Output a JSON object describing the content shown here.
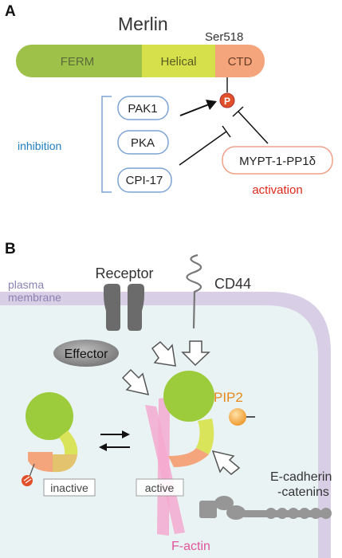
{
  "panel_a": {
    "letter": "A",
    "protein_name": "Merlin",
    "phospho_site": "Ser518",
    "domains": [
      {
        "label": "FERM",
        "color": "#9ec14a"
      },
      {
        "label": "Helical",
        "color": "#d5e04a"
      },
      {
        "label": "CTD",
        "color": "#f4a57c"
      }
    ],
    "phospho_symbol": "P",
    "kinases": [
      "PAK1",
      "PKA",
      "CPI-17"
    ],
    "inhibition_label": "inhibition",
    "phosphatase": "MYPT-1-PP1δ",
    "activation_label": "activation",
    "colors": {
      "inhibition": "#1f7ec1",
      "activation": "#e0281b",
      "box_border": "#7ca3d4",
      "phospho": "#e0502a"
    }
  },
  "panel_b": {
    "letter": "B",
    "membrane_label_line1": "plasma",
    "membrane_label_line2": "membrane",
    "receptor_label": "Receptor",
    "cd44_label": "CD44",
    "effector_label": "Effector",
    "pip2_label": "PIP2",
    "inactive_label": "inactive",
    "active_label": "active",
    "cadherin_label_line1": "E-cadherin",
    "cadherin_label_line2": "-catenins",
    "factin_label": "F-actin",
    "colors": {
      "membrane": "#d8cfe6",
      "cytoplasm": "#eaf3f3",
      "factin": "#f4a9cf",
      "pip2": "#f0a43c",
      "factin_text": "#e0559a"
    }
  }
}
